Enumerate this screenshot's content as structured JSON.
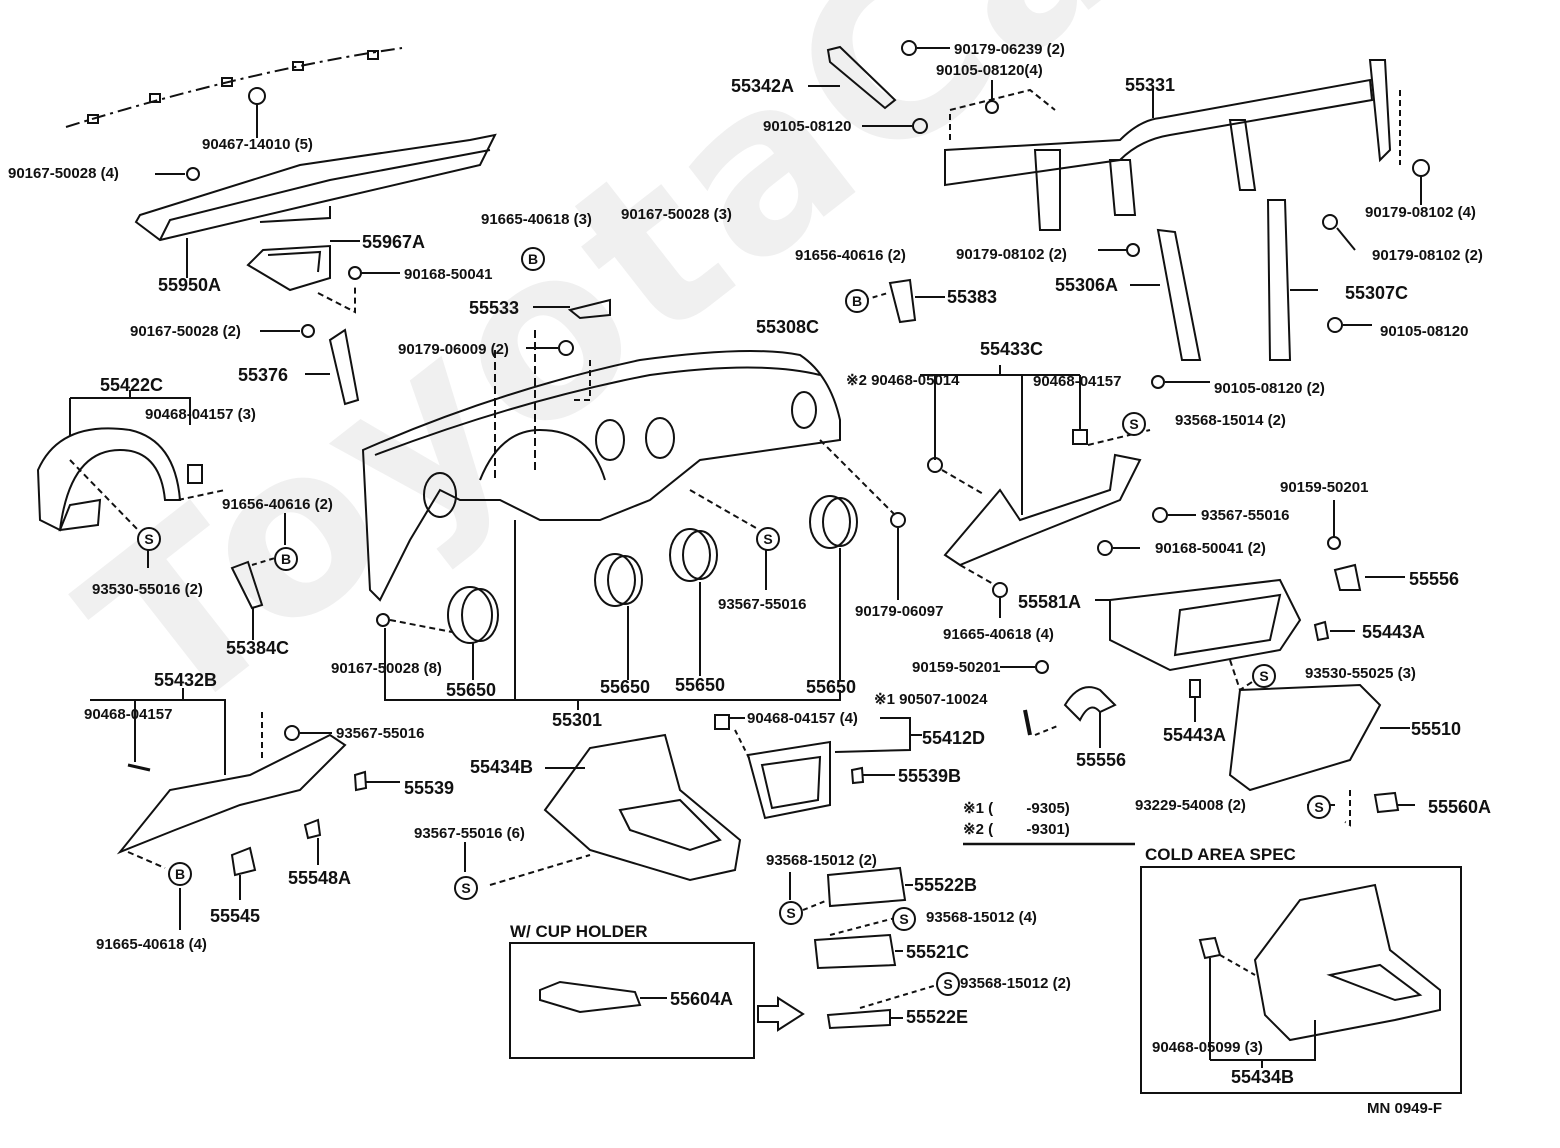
{
  "diagram": {
    "watermark": "ToyotaCarMine.ru",
    "drawing_code": "MN 0949-F",
    "legend_notes": [
      {
        "marker": "※1",
        "range": "(        -9305)"
      },
      {
        "marker": "※2",
        "range": "(        -9301)"
      }
    ],
    "insets": {
      "cup_holder_title": "W/ CUP HOLDER",
      "cold_area_title": "COLD AREA SPEC"
    },
    "symbols": {
      "S": "S",
      "B": "B"
    },
    "labels": {
      "p90467_14010": "90467-14010 (5)",
      "p90167_50028_4": "90167-50028 (4)",
      "p55967A": "55967A",
      "p55950A": "55950A",
      "p90168_50041": "90168-50041",
      "p90167_50028_2": "90167-50028 (2)",
      "p55376": "55376",
      "p91665_40618_3": "91665-40618 (3)",
      "p55533": "55533",
      "p90179_06009": "90179-06009 (2)",
      "p90167_50028_3": "90167-50028 (3)",
      "p55308C": "55308C",
      "p55342A": "55342A",
      "p90105_08120_a": "90105-08120",
      "p90179_06239": "90179-06239 (2)",
      "p90105_08120_4": "90105-08120(4)",
      "p55331": "55331",
      "p90179_08102_4": "90179-08102 (4)",
      "p91656_40616_2a": "91656-40616 (2)",
      "p55383": "55383",
      "p90179_08102_2a": "90179-08102 (2)",
      "p55306A": "55306A",
      "p90179_08102_2b": "90179-08102 (2)",
      "p55307C": "55307C",
      "p90105_08120_b": "90105-08120",
      "p90105_08120_2": "90105-08120 (2)",
      "p55422C": "55422C",
      "p90468_04157_3": "90468-04157 (3)",
      "p91656_40616_2b": "91656-40616 (2)",
      "p93530_55016": "93530-55016 (2)",
      "p55384C": "55384C",
      "p55433C": "55433C",
      "p90468_05014": "※2 90468-05014",
      "p90468_04157_c": "90468-04157",
      "p93568_15014": "93568-15014 (2)",
      "p93567_55016_r": "93567-55016",
      "p90168_50041_2": "90168-50041 (2)",
      "p90159_50201_r": "90159-50201",
      "p55556_r": "55556",
      "p55581A": "55581A",
      "p91665_40618_4a": "91665-40618 (4)",
      "p55443A_r": "55443A",
      "p93530_55025": "93530-55025 (3)",
      "p90179_06097": "90179-06097",
      "p93567_55016_c": "93567-55016",
      "p90167_50028_8": "90167-50028 (8)",
      "p55650_a": "55650",
      "p55650_b": "55650",
      "p55650_c": "55650",
      "p55650_d": "55650",
      "p55301": "55301",
      "p55432B": "55432B",
      "p90468_04157_l": "90468-04157",
      "p93567_55016_l": "93567-55016",
      "p55539": "55539",
      "p55548A": "55548A",
      "p55545": "55545",
      "p91665_40618_4b": "91665-40618 (4)",
      "p55434B": "55434B",
      "p93567_55016_6": "93567-55016 (6)",
      "p90468_04157_4": "90468-04157 (4)",
      "p55412D": "55412D",
      "p55539B": "55539B",
      "p90159_50201_c": "90159-50201",
      "p90507_10024": "※1 90507-10024",
      "p55556_c": "55556",
      "p55443A_c": "55443A",
      "p55510": "55510",
      "p93229_54008": "93229-54008 (2)",
      "p55560A": "55560A",
      "p93568_15012_2a": "93568-15012 (2)",
      "p55522B": "55522B",
      "p93568_15012_4": "93568-15012 (4)",
      "p55521C": "55521C",
      "p93568_15012_2b": "93568-15012 (2)",
      "p55522E": "55522E",
      "p55604A": "55604A",
      "p90468_05099": "90468-05099 (3)",
      "p55434B_cold": "55434B"
    }
  }
}
